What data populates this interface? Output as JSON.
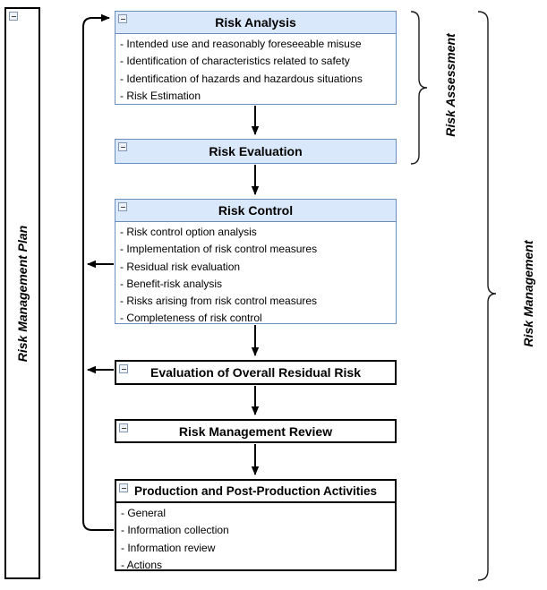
{
  "diagram": {
    "plan_box": {
      "label": "Risk Management Plan"
    },
    "risk_analysis": {
      "title": "Risk Analysis",
      "items": [
        "- Intended use and reasonably foreseeable misuse",
        "- Identification of characteristics related to safety",
        "- Identification of hazards and hazardous situations",
        "- Risk Estimation"
      ]
    },
    "risk_evaluation": {
      "title": "Risk Evaluation"
    },
    "risk_control": {
      "title": "Risk Control",
      "items": [
        "- Risk control option analysis",
        "- Implementation of risk control measures",
        "- Residual risk evaluation",
        "- Benefit-risk analysis",
        "- Risks arising from risk control measures",
        "- Completeness of risk control"
      ]
    },
    "overall_residual_risk": {
      "title": "Evaluation of Overall Residual Risk"
    },
    "management_review": {
      "title": "Risk Management Review"
    },
    "production": {
      "title": "Production and Post-Production Activities",
      "items": [
        "- General",
        "- Information collection",
        "- Information review",
        "- Actions"
      ]
    },
    "side_labels": {
      "risk_assessment": "Risk Assessment",
      "risk_management": "Risk Management"
    },
    "icons": {
      "collapse": "minus"
    },
    "colors": {
      "header_fill": "#dae8fc",
      "header_stroke": "#6c8ebf",
      "black_stroke": "#000000",
      "background": "#ffffff"
    }
  }
}
